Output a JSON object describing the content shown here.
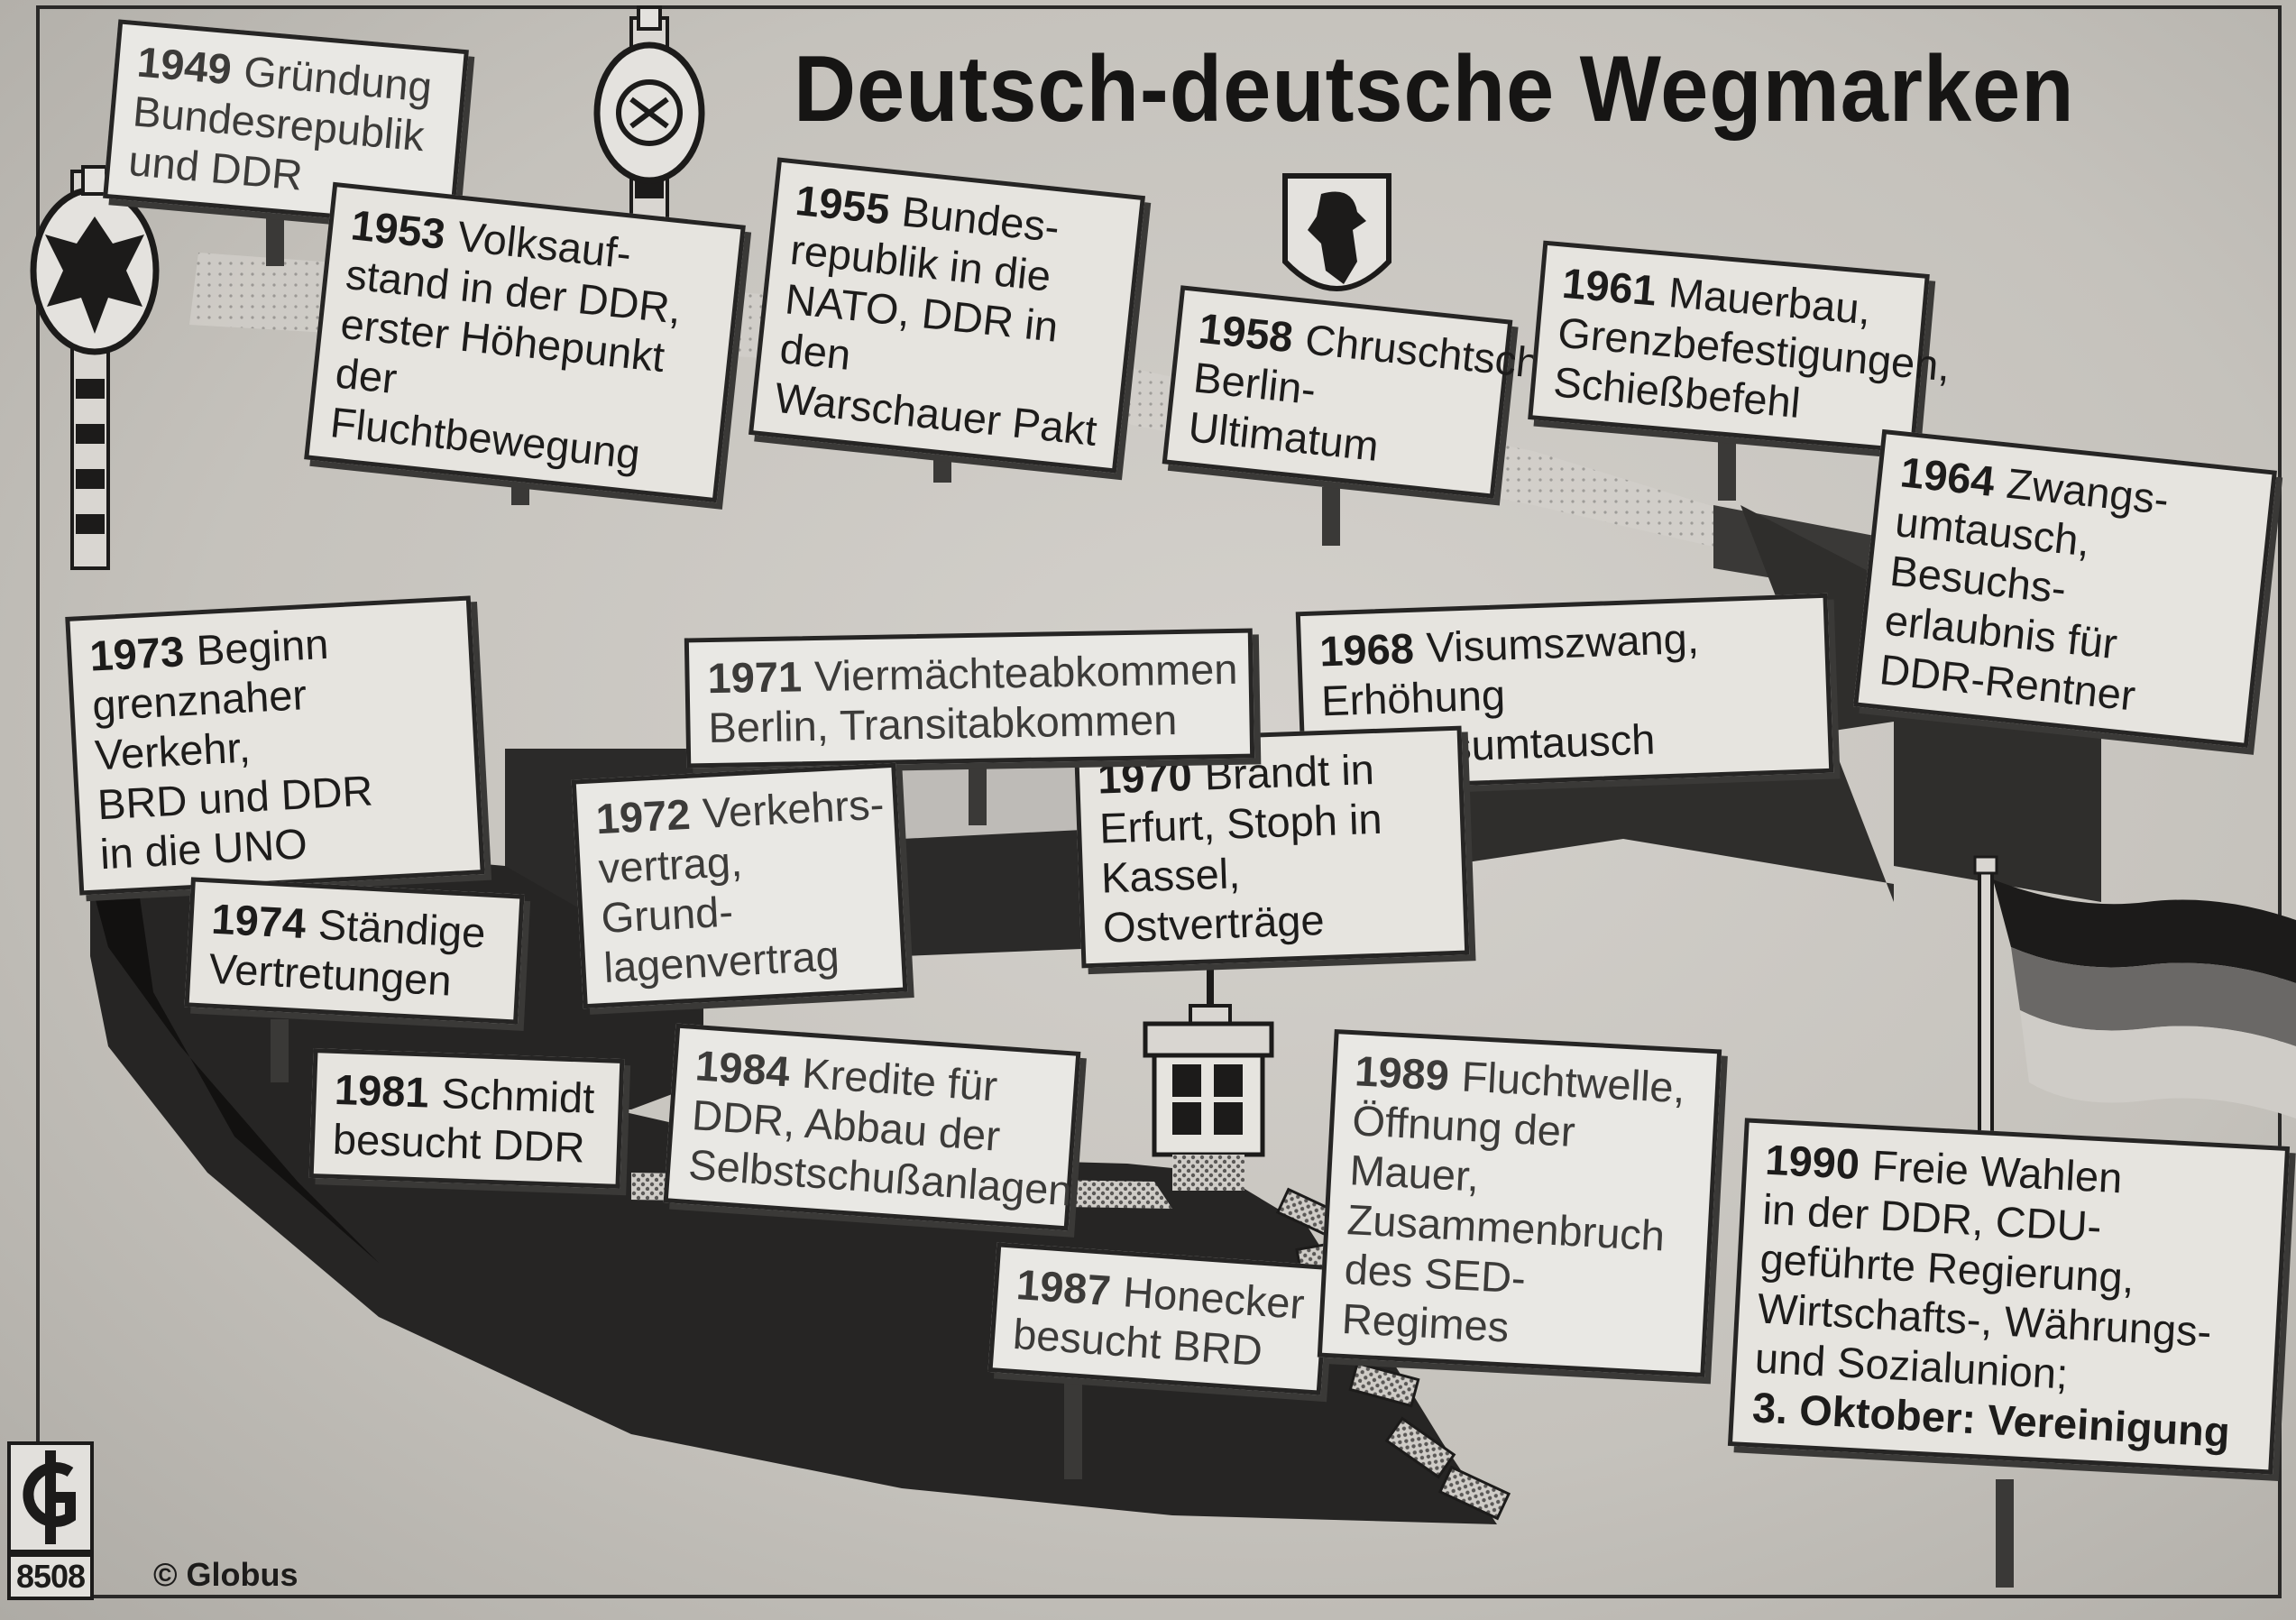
{
  "title": "Deutsch-deutsche Wegmarken",
  "milestones": [
    {
      "year": "1949",
      "text": "Gründung\nBundesrepublik\nund DDR"
    },
    {
      "year": "1953",
      "text": "Volksauf-\nstand in der DDR,\nerster Höhepunkt der\nFluchtbewegung"
    },
    {
      "year": "1955",
      "text": "Bundes-\nrepublik in die\nNATO, DDR in den\nWarschauer Pakt"
    },
    {
      "year": "1958",
      "text": "Chruschtschows\nBerlin-Ultimatum"
    },
    {
      "year": "1961",
      "text": "Mauerbau,\nGrenzbefestigungen,\nSchießbefehl"
    },
    {
      "year": "1964",
      "text": "Zwangs-\numtausch, Besuchs-\nerlaubnis für\nDDR-Rentner"
    },
    {
      "year": "1968",
      "text": "Visumszwang,\nErhöhung Zwangsumtausch"
    },
    {
      "year": "1970",
      "text": "Brandt in\nErfurt, Stoph in\nKassel, Ostverträge"
    },
    {
      "year": "1971",
      "text": "Viermächteabkommen\nBerlin, Transitabkommen"
    },
    {
      "year": "1972",
      "text": "Verkehrs-\nvertrag, Grund-\nlagenvertrag"
    },
    {
      "year": "1973",
      "text": "Beginn\ngrenznaher Verkehr,\nBRD und DDR\nin die UNO"
    },
    {
      "year": "1974",
      "text": "Ständige\nVertretungen"
    },
    {
      "year": "1981",
      "text": "Schmidt\nbesucht DDR"
    },
    {
      "year": "1984",
      "text": "Kredite für\nDDR, Abbau der\nSelbstschußanlagen"
    },
    {
      "year": "1987",
      "text": "Honecker\nbesucht BRD"
    },
    {
      "year": "1989",
      "text": "Fluchtwelle,\nÖffnung der Mauer,\nZusammenbruch\ndes SED-Regimes"
    },
    {
      "year": "1990",
      "text": "Freie Wahlen\nin der DDR, CDU-\ngeführte Regierung,\nWirtschafts-, Währungs-\nund Sozialunion;",
      "text2": "3. Oktober: Vereinigung"
    }
  ],
  "graphic_code": "8508",
  "credit": "© Globus",
  "icons": [
    "border-post-icon",
    "federal-eagle-icon",
    "gdr-emblem-icon",
    "berlin-bear-icon",
    "watchtower-icon",
    "german-flag-icon",
    "globus-logo-icon"
  ],
  "colors": {
    "paper": "#e6e4df",
    "ink": "#1c1b1a",
    "wall_dark": "#2b2a29"
  }
}
